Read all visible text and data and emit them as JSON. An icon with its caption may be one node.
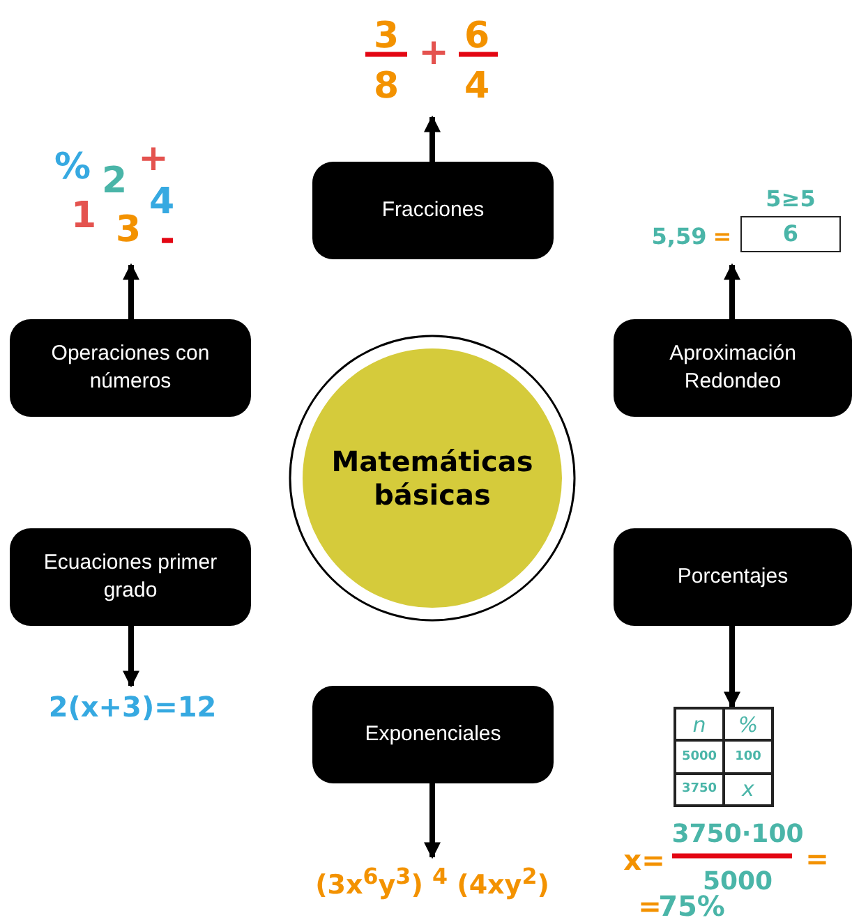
{
  "diagram": {
    "nodes": [
      {
        "text": [
          "Matemáticas básicas"
        ]
      },
      {
        "text": [
          "Fracciones"
        ]
      },
      {
        "text": [
          "Operaciones con números"
        ]
      },
      {
        "text": [
          "Aproximación Redondeo"
        ]
      },
      {
        "text": [
          "Ecuaciones primer grado"
        ]
      },
      {
        "text": [
          "Porcentajes"
        ]
      },
      {
        "text": [
          "Exponenciales"
        ]
      },
      {
        "text": [
          "3",
          "8",
          "+",
          "6",
          "4"
        ]
      },
      {
        "text": [
          "%",
          "2",
          "+",
          "1",
          "4",
          "3",
          "-"
        ]
      },
      {
        "text": [
          "5≥5",
          "5,59",
          "=",
          "6"
        ]
      },
      {
        "text": [
          "2(x+3)=12"
        ]
      },
      {
        "text": [
          "n",
          "%",
          "5000",
          "100",
          "3750",
          "x"
        ]
      },
      {
        "text": [
          "(3x$^{6}$y$^{3}$) $^{4}$ (4xy$^{2}$)"
        ]
      }
    ],
    "edges": [
      {
        "from": 1,
        "to": 7,
        "arrow": "to"
      },
      {
        "from": 2,
        "to": 8,
        "arrow": "to"
      },
      {
        "from": 3,
        "to": 9,
        "arrow": "to"
      },
      {
        "from": 4,
        "to": 10,
        "arrow": "to"
      },
      {
        "from": 5,
        "to": 11,
        "arrow": "to"
      },
      {
        "from": 6,
        "to": 12,
        "arrow": "to"
      }
    ],
    "labels": [
      "x=",
      "3750·100",
      "5000",
      "=",
      "=",
      "75%"
    ]
  }
}
